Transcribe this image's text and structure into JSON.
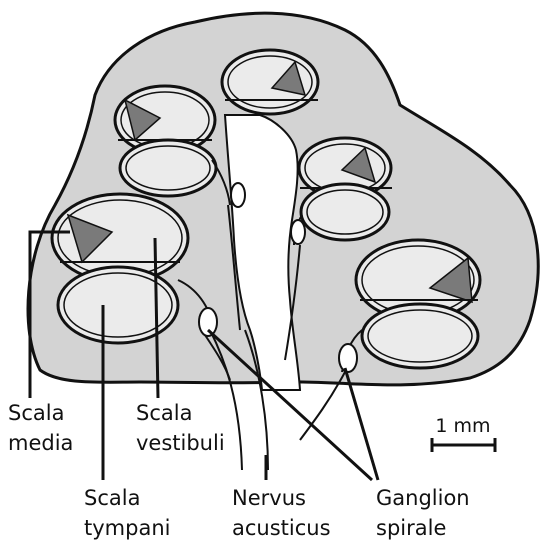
{
  "colors": {
    "tissue": "#d3d3d3",
    "scala": "#ebebeb",
    "media": "#7a7a7a",
    "ink": "#111111"
  },
  "labels": {
    "scala_media": [
      "Scala",
      "media"
    ],
    "scala_vestibuli": [
      "Scala",
      "vestibuli"
    ],
    "scala_tympani": [
      "Scala",
      "tympani"
    ],
    "nervus_acusticus": [
      "Nervus",
      "acusticus"
    ],
    "ganglion_spirale": [
      "Ganglion",
      "spirale"
    ],
    "scale_bar": "1 mm"
  }
}
